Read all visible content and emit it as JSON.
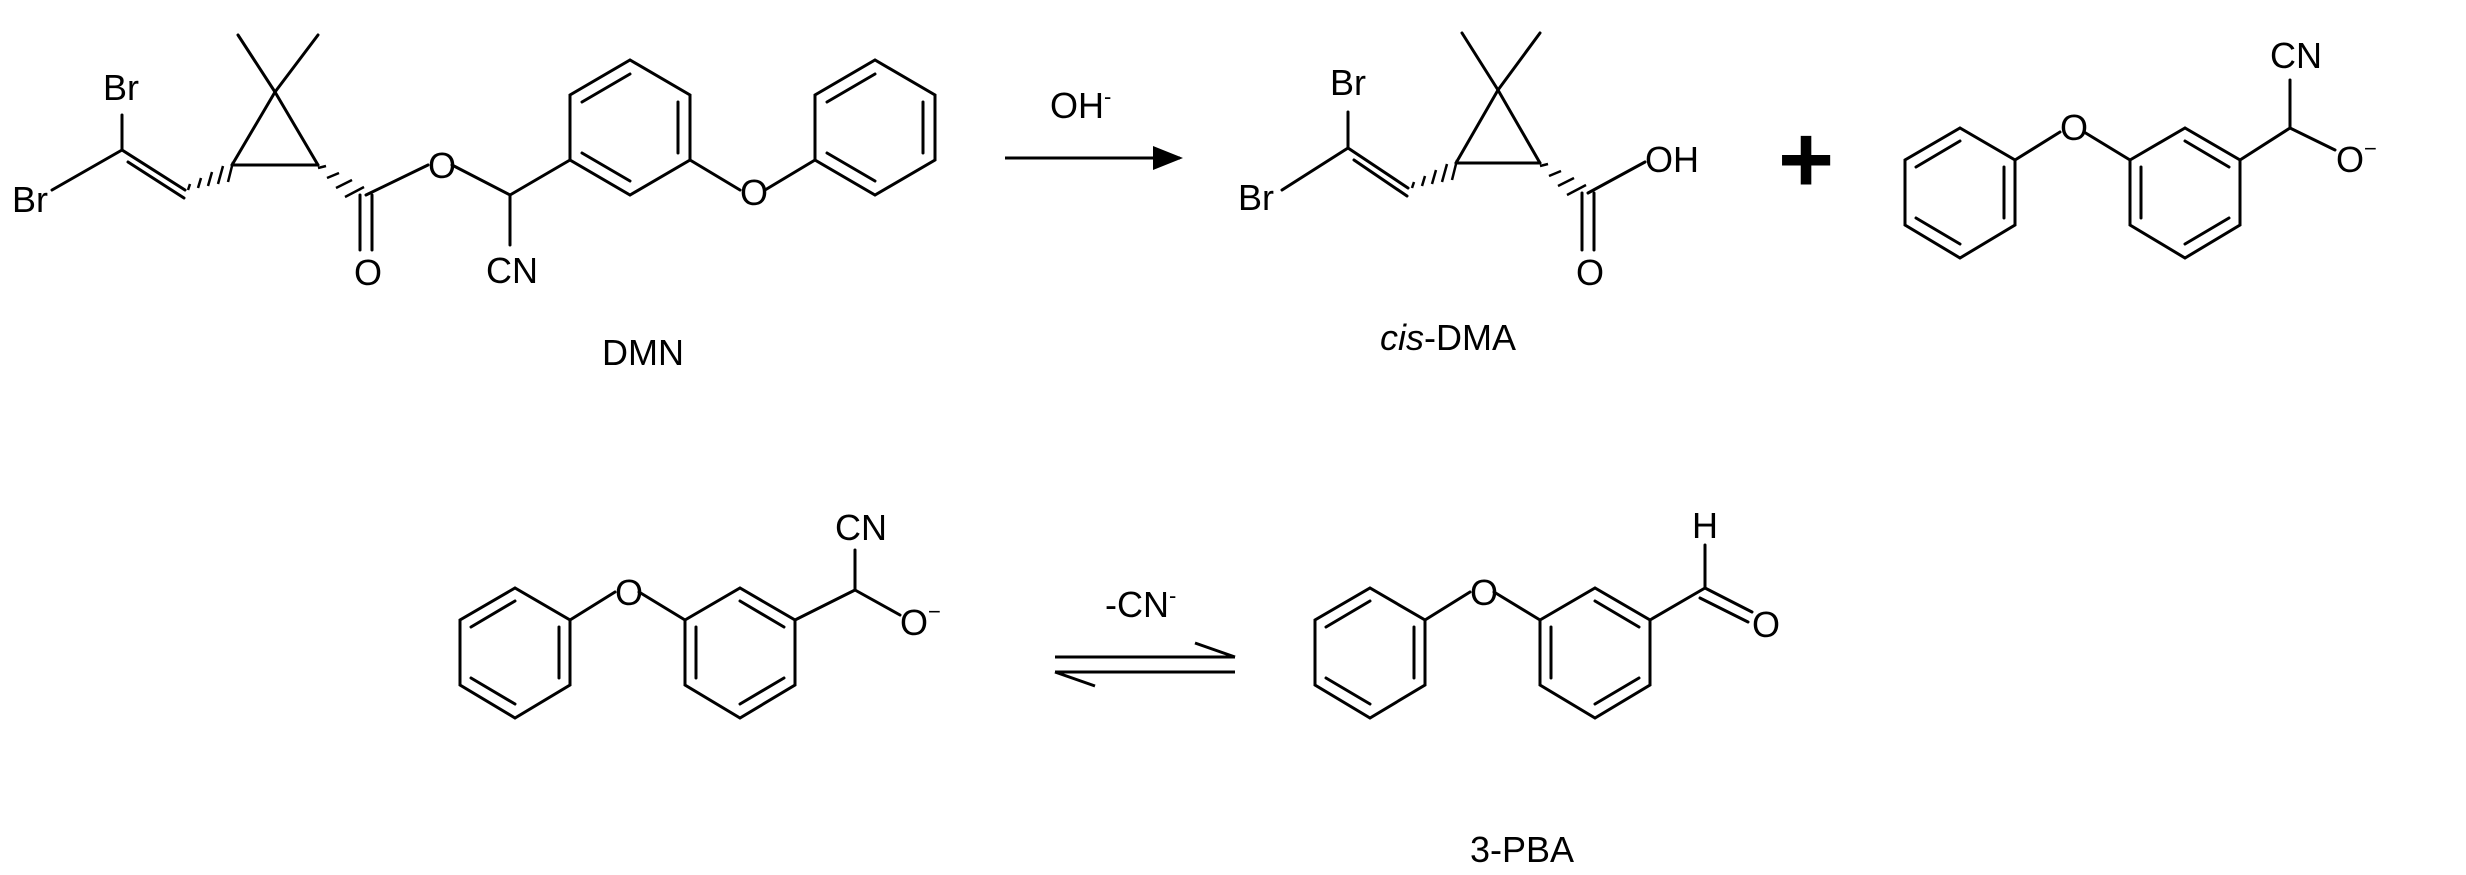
{
  "reaction1": {
    "reactant": {
      "atoms": {
        "br_top": "Br",
        "br_left": "Br",
        "o_ester": "O",
        "o_carbonyl": "O",
        "o_ether": "O",
        "cn": "CN"
      },
      "caption": "DMN"
    },
    "arrow_reagent": {
      "base": "OH",
      "charge": "-"
    },
    "product1": {
      "atoms": {
        "br_top": "Br",
        "br_left": "Br",
        "o_carbonyl": "O",
        "oh": "OH"
      },
      "caption_prefix": "cis",
      "caption_suffix": "-DMA"
    },
    "plus_sign": "+",
    "product2": {
      "atoms": {
        "o_ether": "O",
        "cn": "CN",
        "o_minus": "O",
        "o_minus_charge": "−"
      }
    }
  },
  "reaction2": {
    "reactant": {
      "atoms": {
        "o_ether": "O",
        "cn": "CN",
        "o_minus": "O",
        "o_minus_charge": "−"
      }
    },
    "equilibrium_label": {
      "base": "-CN",
      "charge": "-"
    },
    "product": {
      "atoms": {
        "o_ether": "O",
        "h": "H",
        "o_aldehyde": "O"
      },
      "caption": "3-PBA"
    }
  }
}
